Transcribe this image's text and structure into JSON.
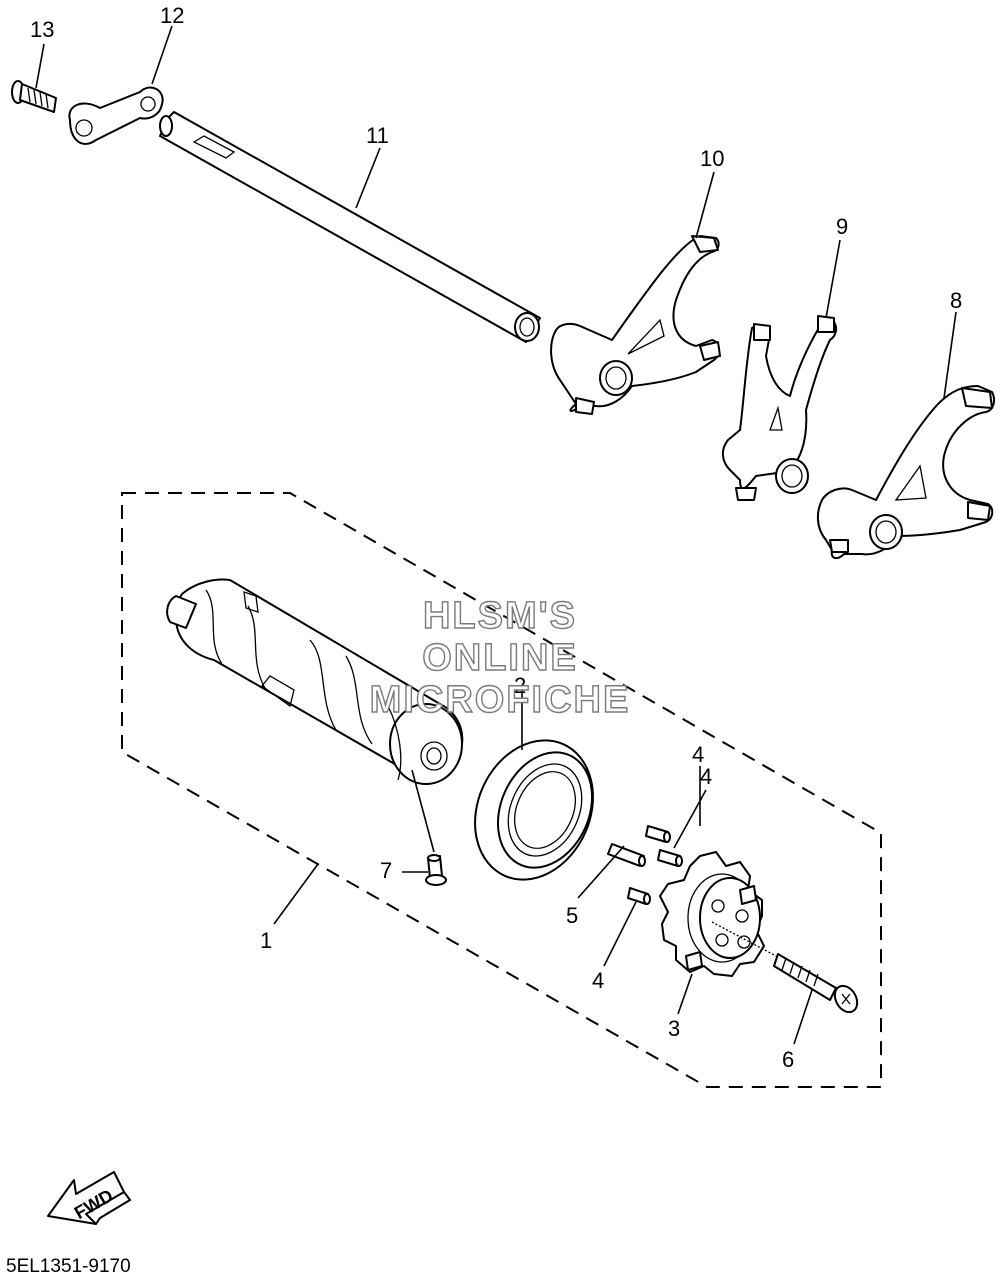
{
  "callouts": {
    "p1": "1",
    "p2": "2",
    "p3": "3",
    "p4a": "4",
    "p4b": "4",
    "p4c": "4",
    "p5": "5",
    "p6": "6",
    "p7": "7",
    "p8": "8",
    "p9": "9",
    "p10": "10",
    "p11": "11",
    "p12": "12",
    "p13": "13"
  },
  "watermark": {
    "line1": "HLSM'S",
    "line2": "ONLINE",
    "line3": "MICROFICHE"
  },
  "fwd_arrow": {
    "label": "FWD"
  },
  "diagram_code": "5EL1351-9170"
}
